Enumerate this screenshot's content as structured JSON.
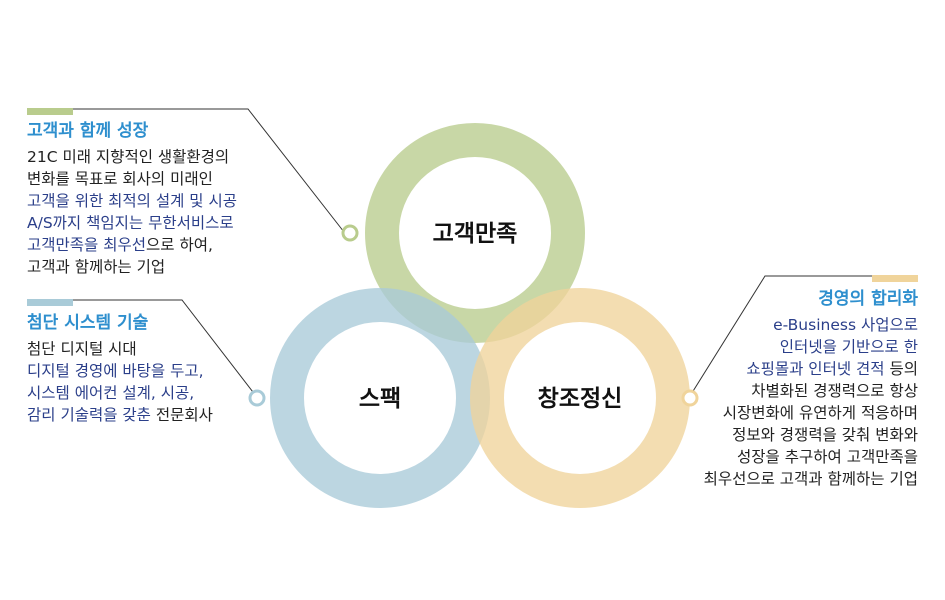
{
  "circles": {
    "top": {
      "label": "고객만족",
      "color": "#b9cc8d"
    },
    "left": {
      "label": "스팩",
      "color": "#a9cbd8"
    },
    "right": {
      "label": "창조정신",
      "color": "#f0d49b"
    }
  },
  "blocks": {
    "left_top": {
      "title": "고객과 함께 성장",
      "lines": [
        [
          {
            "t": "21C 미래 지향적인 생활환경의",
            "c": "dark"
          }
        ],
        [
          {
            "t": "변화를 목표로 회사의 미래인",
            "c": "dark"
          }
        ],
        [
          {
            "t": "고객을 위한 최적의 설계 및 시공",
            "c": "navy"
          }
        ],
        [
          {
            "t": "A/S까지 책임지는 무한서비스로",
            "c": "navy"
          }
        ],
        [
          {
            "t": "고객만족을 최우선",
            "c": "navy"
          },
          {
            "t": "으로 하여,",
            "c": "dark"
          }
        ],
        [
          {
            "t": "고객과 함께하는 기업",
            "c": "dark"
          }
        ]
      ]
    },
    "left_bottom": {
      "title": "첨단 시스템 기술",
      "lines": [
        [
          {
            "t": "첨단 디지털 시대",
            "c": "dark"
          }
        ],
        [
          {
            "t": "디지털 경영에 바탕을 두고,",
            "c": "navy"
          }
        ],
        [
          {
            "t": "시스템 에어컨 설계, 시공,",
            "c": "navy"
          }
        ],
        [
          {
            "t": "감리 기술력을 갖춘 ",
            "c": "navy"
          },
          {
            "t": "전문회사",
            "c": "dark"
          }
        ]
      ]
    },
    "right": {
      "title": "경영의 합리화",
      "lines": [
        [
          {
            "t": "e-Business 사업으로",
            "c": "navy"
          }
        ],
        [
          {
            "t": "인터넷을 기반으로 한",
            "c": "navy"
          }
        ],
        [
          {
            "t": "쇼핑몰과 인터넷 견적 ",
            "c": "navy"
          },
          {
            "t": "등의",
            "c": "dark"
          }
        ],
        [
          {
            "t": "차별화된 경쟁력으로 항상",
            "c": "dark"
          }
        ],
        [
          {
            "t": "시장변화에 유연하게 적응하며",
            "c": "dark"
          }
        ],
        [
          {
            "t": "정보와 경쟁력을 갖춰 변화와",
            "c": "dark"
          }
        ],
        [
          {
            "t": "성장을 추구하여 고객만족을",
            "c": "dark"
          }
        ],
        [
          {
            "t": "최우선으로 고객과 함께하는 기업",
            "c": "dark"
          }
        ]
      ]
    }
  },
  "colors": {
    "title_blue": "#2e8fce",
    "text_dark": "#222222",
    "text_navy": "#2b3f8a",
    "connector": "#333333"
  }
}
